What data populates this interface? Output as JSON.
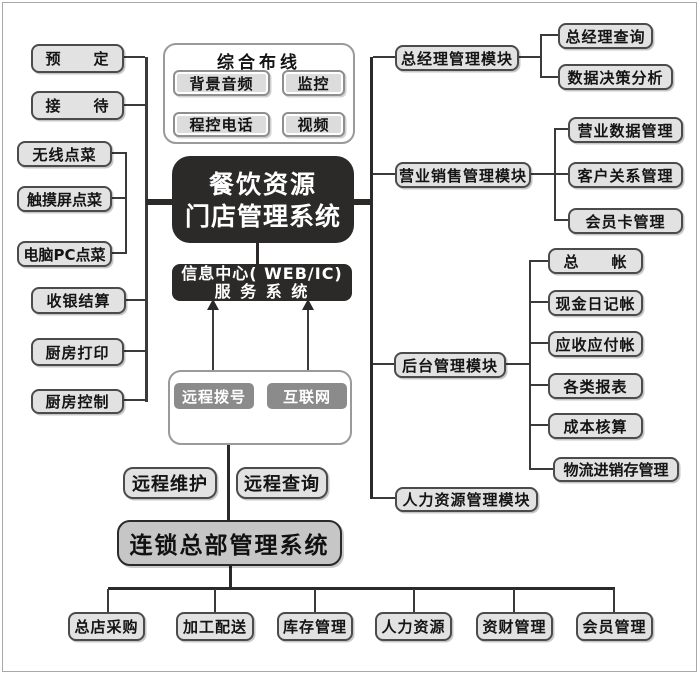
{
  "diagram": {
    "main": {
      "line1": "餐饮资源",
      "line2": "门店管理系统"
    },
    "info_center": {
      "line1": "信息中心( WEB/IC)",
      "line2": "服 务 系 统"
    },
    "cabling": {
      "title": "综合布线",
      "audio": "背景音频",
      "monitor": "监控",
      "pbx": "程控电话",
      "video": "视频"
    },
    "left": {
      "reserve": "预　　定",
      "reception": "接　　待",
      "wireless": "无线点菜",
      "touchscreen": "触摸屏点菜",
      "pc": "电脑PC点菜",
      "cashier": "收银结算",
      "kitchen_print": "厨房打印",
      "kitchen_control": "厨房控制"
    },
    "remote": {
      "dial": "远程拨号",
      "internet": "互联网",
      "maintenance": "远程维护",
      "query": "远程查询"
    },
    "hq": {
      "title": "连锁总部管理系统",
      "purchase": "总店采购",
      "delivery": "加工配送",
      "inventory": "库存管理",
      "hr": "人力资源",
      "finance": "资财管理",
      "membership": "会员管理"
    },
    "right": {
      "gm": "总经理管理模块",
      "gm_query": "总经理查询",
      "data_analysis": "数据决策分析",
      "sales": "营业销售管理模块",
      "sales_data": "营业数据管理",
      "crm": "客户关系管理",
      "member_card": "会员卡管理",
      "backoffice": "后台管理模块",
      "ledger": "总　　帐",
      "cash_journal": "现金日记帐",
      "ar_ap": "应收应付帐",
      "reports": "各类报表",
      "cost": "成本核算",
      "logistics": "物流进销存管理",
      "hr_module": "人力资源管理模块"
    },
    "colors": {
      "node_fill": "#e2e2e2",
      "node_border": "#4b4b4b",
      "dark_box": "#2b2a29",
      "chip_gray": "#8b8b8b",
      "hq_fill": "#c6c6c6",
      "line": "#3a3a3a"
    }
  }
}
